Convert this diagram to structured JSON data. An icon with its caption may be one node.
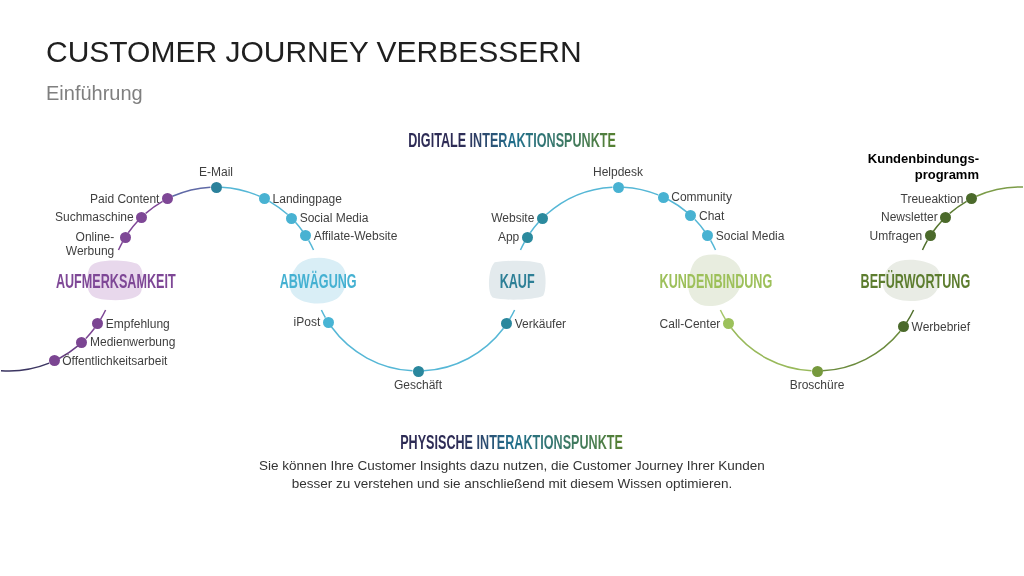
{
  "diagram": {
    "title": "CUSTOMER JOURNEY VERBESSERN",
    "caption": "Sie können Ihre Customer Insights dazu nutzen, die Customer Journey Ihrer Kunden besser zu verstehen und sie anschließend mit diesem Wissen optimieren.",
    "nodes": [
      {
        "text": [],
        "shape": "circle",
        "beside": [
          "Öffentlichkeitsarbeit"
        ]
      },
      {
        "text": [],
        "shape": "circle",
        "beside": [
          "Medienwerbung"
        ]
      },
      {
        "text": [],
        "shape": "circle",
        "beside": [
          "Empfehlung"
        ]
      },
      {
        "text": [
          "AUFMERKSAMKEIT"
        ]
      },
      {
        "text": [],
        "shape": "circle",
        "beside": [
          "Online- Werbung"
        ]
      },
      {
        "text": [],
        "shape": "circle",
        "beside": [
          "Suchmaschine"
        ]
      },
      {
        "text": [],
        "shape": "circle",
        "beside": [
          "Paid Content"
        ]
      },
      {
        "text": [],
        "shape": "circle",
        "beside": [
          "E-Mail"
        ]
      },
      {
        "text": [],
        "shape": "circle",
        "beside": [
          "Landingpage"
        ]
      },
      {
        "text": [],
        "shape": "circle",
        "beside": [
          "Social Media"
        ]
      },
      {
        "text": [],
        "shape": "circle",
        "beside": [
          "Affilate-Website"
        ]
      },
      {
        "text": [
          "ABWÄGUNG"
        ]
      },
      {
        "text": [],
        "shape": "circle",
        "beside": [
          "iPost"
        ]
      },
      {
        "text": [],
        "shape": "circle",
        "beside": [
          "Geschäft"
        ]
      },
      {
        "text": [],
        "shape": "circle",
        "beside": [
          "Verkäufer"
        ]
      },
      {
        "text": [
          "KAUF"
        ]
      },
      {
        "text": [],
        "shape": "circle",
        "beside": [
          "App"
        ]
      },
      {
        "text": [],
        "shape": "circle",
        "beside": [
          "Website"
        ]
      },
      {
        "text": [],
        "shape": "circle",
        "beside": [
          "Helpdesk"
        ]
      },
      {
        "text": [],
        "shape": "circle",
        "beside": [
          "Community"
        ]
      },
      {
        "text": [],
        "shape": "circle",
        "beside": [
          "Chat"
        ]
      },
      {
        "text": [],
        "shape": "circle",
        "beside": [
          "Social Media"
        ]
      },
      {
        "text": [
          "KUNDENBINDUNG"
        ]
      },
      {
        "text": [],
        "shape": "circle",
        "beside": [
          "Call-Center"
        ]
      },
      {
        "text": [],
        "shape": "circle",
        "beside": [
          "Broschüre"
        ]
      },
      {
        "text": [],
        "shape": "circle",
        "beside": [
          "Werbebrief"
        ]
      },
      {
        "text": [
          "BEFÜRWORTUNG"
        ]
      },
      {
        "text": [],
        "shape": "circle",
        "beside": [
          "Umfragen"
        ]
      },
      {
        "text": [],
        "shape": "circle",
        "beside": [
          "Newsletter"
        ]
      },
      {
        "text": [],
        "shape": "circle",
        "beside": [
          "Treueaktion"
        ]
      }
    ],
    "edges": [
      {
        "from": null,
        "to": 0,
        "arrow": "none",
        "color": "#3b3561"
      },
      {
        "from": 0,
        "to": 1,
        "arrow": "none",
        "color": "#6a4186"
      },
      {
        "from": 1,
        "to": 2,
        "arrow": "none",
        "color": "#7b4592"
      },
      {
        "from": 2,
        "to": 3,
        "arrow": "none",
        "color": "#7e4796"
      },
      {
        "from": 3,
        "to": 4,
        "arrow": "none",
        "color": "#7e4796"
      },
      {
        "from": 4,
        "to": 5,
        "arrow": "none",
        "color": "#7e4796"
      },
      {
        "from": 5,
        "to": 6,
        "arrow": "none",
        "color": "#7e4796"
      },
      {
        "from": 6,
        "to": 7,
        "arrow": "none",
        "color": "#5f69a6"
      },
      {
        "from": 7,
        "to": 8,
        "arrow": "none"
      },
      {
        "from": 8,
        "to": 9,
        "arrow": "none"
      },
      {
        "from": 9,
        "to": 10,
        "arrow": "none"
      },
      {
        "from": 10,
        "to": 11,
        "arrow": "none"
      },
      {
        "from": 11,
        "to": 12,
        "arrow": "none"
      },
      {
        "from": 12,
        "to": 13,
        "arrow": "none"
      },
      {
        "from": 13,
        "to": 14,
        "arrow": "none"
      },
      {
        "from": 14,
        "to": 15,
        "arrow": "none"
      },
      {
        "from": 15,
        "to": 16,
        "arrow": "none"
      },
      {
        "from": 16,
        "to": 17,
        "arrow": "none"
      },
      {
        "from": 17,
        "to": 18,
        "arrow": "none"
      },
      {
        "from": 18,
        "to": 19,
        "arrow": "none"
      },
      {
        "from": 19,
        "to": 20,
        "arrow": "none"
      },
      {
        "from": 20,
        "to": 21,
        "arrow": "none"
      },
      {
        "from": 21,
        "to": 22,
        "arrow": "none"
      },
      {
        "from": 22,
        "to": 23,
        "arrow": "none",
        "color": "#a6c76a"
      },
      {
        "from": 23,
        "to": 24,
        "arrow": "none",
        "color": "#98b95a"
      },
      {
        "from": 24,
        "to": 25,
        "arrow": "none",
        "color": "#6b8b3d"
      },
      {
        "from": 25,
        "to": 26,
        "arrow": "none",
        "color": "#52712e"
      },
      {
        "from": 26,
        "to": 27,
        "arrow": "none",
        "color": "#52712e"
      },
      {
        "from": 27,
        "to": 28,
        "arrow": "none",
        "color": "#56752f"
      },
      {
        "from": 28,
        "to": 29,
        "arrow": "none",
        "color": "#5c7c33"
      },
      {
        "from": 29,
        "to": null,
        "arrow": "none",
        "color": "#7c9c48"
      }
    ],
    "labels": [
      "Einführung",
      "DIGITALE INTERAKTIONSPUNKTE",
      "Kundenbindungs- programm",
      "PHYSISCHE INTERAKTIONSPUNKTE"
    ]
  }
}
